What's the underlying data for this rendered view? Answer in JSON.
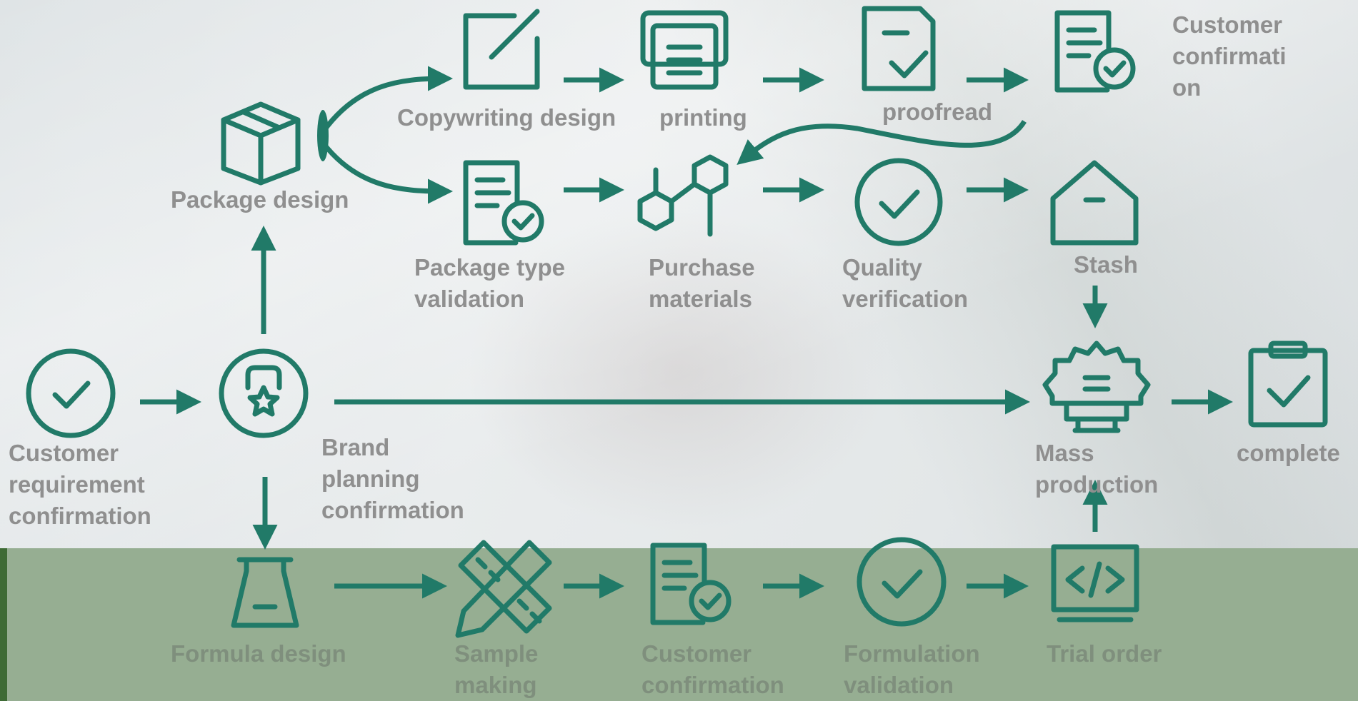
{
  "colors": {
    "icon": "#217a68",
    "label": "#8f8f8f",
    "band": "#96ae92",
    "band_label": "#7f8f7d",
    "background": "#e6eaeb"
  },
  "nodes": {
    "customer_requirement": {
      "label": "Customer\nrequirement\nconfirmation",
      "icon": "check-circle-icon"
    },
    "brand_planning": {
      "label": "Brand\nplanning\nconfirmation",
      "icon": "award-badge-icon"
    },
    "package_design": {
      "label": "Package design",
      "icon": "box-icon"
    },
    "copywriting_design": {
      "label": "Copywriting design",
      "icon": "edit-icon"
    },
    "printing": {
      "label": "printing",
      "icon": "printer-icon"
    },
    "proofread": {
      "label": "proofread",
      "icon": "document-check-icon"
    },
    "customer_confirmation_top": {
      "label": "Customer\nconfirmati\non",
      "icon": "document-approved-icon"
    },
    "package_type_validation": {
      "label": "Package type\nvalidation",
      "icon": "document-approved-icon"
    },
    "purchase_materials": {
      "label": "Purchase\nmaterials",
      "icon": "hexagons-icon"
    },
    "quality_verification": {
      "label": "Quality\nverification",
      "icon": "check-circle-icon"
    },
    "stash": {
      "label": "Stash",
      "icon": "warehouse-icon"
    },
    "mass_production": {
      "label": "Mass\nproduction",
      "icon": "factory-gear-icon"
    },
    "complete": {
      "label": "complete",
      "icon": "clipboard-check-icon"
    },
    "formula_design": {
      "label": "Formula design",
      "icon": "flask-icon"
    },
    "sample_making": {
      "label": "Sample\nmaking",
      "icon": "ruler-pencil-icon"
    },
    "customer_confirmation_bottom": {
      "label": "Customer\nconfirmation",
      "icon": "document-approved-icon"
    },
    "formulation_validation": {
      "label": "Formulation\nvalidation",
      "icon": "check-circle-icon"
    },
    "trial_order": {
      "label": "Trial order",
      "icon": "code-monitor-icon"
    }
  },
  "edges": [
    [
      "customer_requirement",
      "brand_planning"
    ],
    [
      "brand_planning",
      "package_design"
    ],
    [
      "brand_planning",
      "mass_production"
    ],
    [
      "brand_planning",
      "formula_design"
    ],
    [
      "package_design",
      "copywriting_design"
    ],
    [
      "package_design",
      "package_type_validation"
    ],
    [
      "copywriting_design",
      "printing"
    ],
    [
      "printing",
      "proofread"
    ],
    [
      "proofread",
      "customer_confirmation_top"
    ],
    [
      "customer_confirmation_top",
      "purchase_materials"
    ],
    [
      "package_type_validation",
      "purchase_materials"
    ],
    [
      "purchase_materials",
      "quality_verification"
    ],
    [
      "quality_verification",
      "stash"
    ],
    [
      "stash",
      "mass_production"
    ],
    [
      "mass_production",
      "complete"
    ],
    [
      "formula_design",
      "sample_making"
    ],
    [
      "sample_making",
      "customer_confirmation_bottom"
    ],
    [
      "customer_confirmation_bottom",
      "formulation_validation"
    ],
    [
      "formulation_validation",
      "trial_order"
    ],
    [
      "trial_order",
      "mass_production"
    ]
  ]
}
